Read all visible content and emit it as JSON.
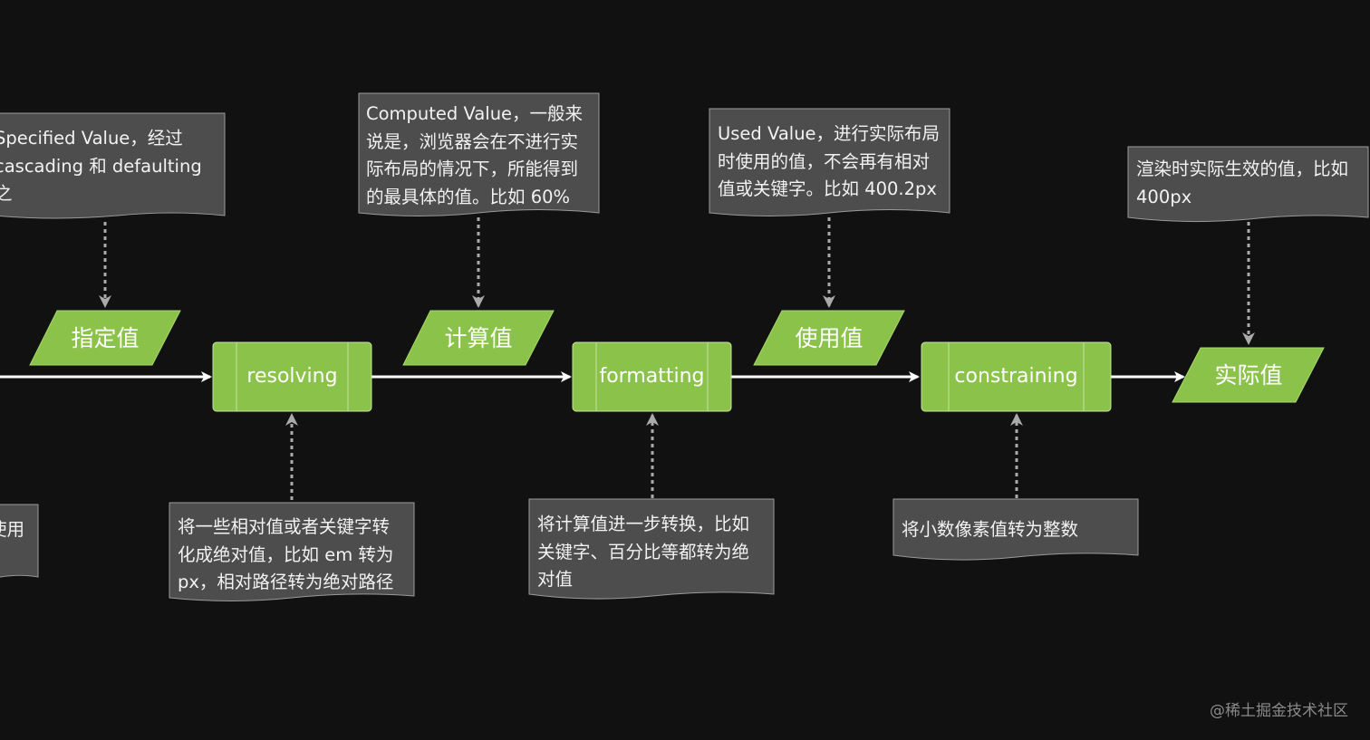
{
  "colors": {
    "background": "#111111",
    "node_fill": "#8bc34a",
    "node_stroke": "#a6d96a",
    "note_fill": "#4d4d4d",
    "note_stroke": "#9a9a9a",
    "arrow": "#ffffff",
    "dashed_connector": "#aaaaaa"
  },
  "value_nodes": {
    "specified": "指定值",
    "computed": "计算值",
    "used": "使用值",
    "actual": "实际值"
  },
  "process_nodes": {
    "resolving": "resolving",
    "formatting": "formatting",
    "constraining": "constraining"
  },
  "notes": {
    "specified": "Specified Value，经过\ncascading 和 defaulting 之\n后，保证指定值一定不为空",
    "computed": "Computed Value，一般来\n说是，浏览器会在不进行实\n际布局的情况下，所能得到\n的最具体的值。比如 60%",
    "used": "Used Value，进行实际布局\n时使用的值，不会再有相对\n值或关键字。比如 400.2px",
    "actual": "渲染时实际生效的值，比如\n400px",
    "left_partial": "使用",
    "resolving": "将一些相对值或者关键字转\n化成绝对值，比如 em 转为\npx，相对路径转为绝对路径",
    "formatting": "将计算值进一步转换，比如\n关键字、百分比等都转为绝\n对值",
    "constraining": "将小数像素值转为整数"
  },
  "watermark": "@稀土掘金技术社区"
}
